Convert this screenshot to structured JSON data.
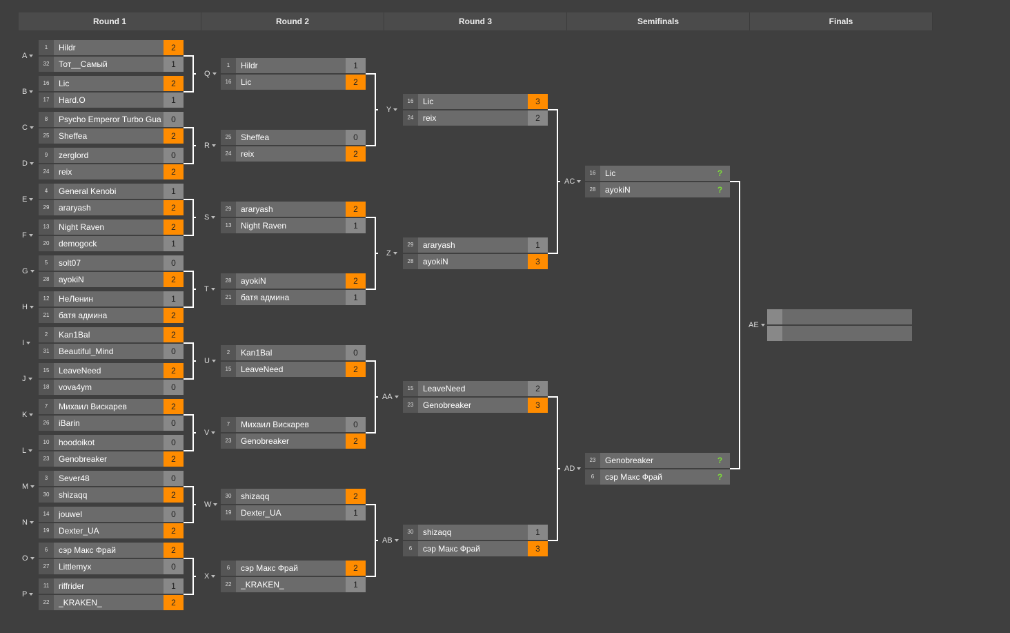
{
  "rounds": [
    "Round 1",
    "Round 2",
    "Round 3",
    "Semifinals",
    "Finals"
  ],
  "colors": {
    "background": "#3f3f3f",
    "slot": "#6b6b6b",
    "winner_score": "#ff8c00",
    "pending": "#7ddc3a",
    "lines": "#ffffff"
  },
  "icons": {
    "match_menu": "caret-down-icon"
  },
  "bracket": [
    [
      {
        "id": "A",
        "p": [
          {
            "seed": "1",
            "name": "Hildr",
            "score": "2",
            "win": true
          },
          {
            "seed": "32",
            "name": "Тот__Самый",
            "score": "1",
            "win": false
          }
        ]
      },
      {
        "id": "B",
        "p": [
          {
            "seed": "16",
            "name": "Lic",
            "score": "2",
            "win": true
          },
          {
            "seed": "17",
            "name": "Hard.O",
            "score": "1",
            "win": false
          }
        ]
      },
      {
        "id": "C",
        "p": [
          {
            "seed": "8",
            "name": "Psycho Emperor Turbo Gua",
            "score": "0",
            "win": false
          },
          {
            "seed": "25",
            "name": "Sheffea",
            "score": "2",
            "win": true
          }
        ]
      },
      {
        "id": "D",
        "p": [
          {
            "seed": "9",
            "name": "zerglord",
            "score": "0",
            "win": false
          },
          {
            "seed": "24",
            "name": "reix",
            "score": "2",
            "win": true
          }
        ]
      },
      {
        "id": "E",
        "p": [
          {
            "seed": "4",
            "name": "General Kenobi",
            "score": "1",
            "win": false
          },
          {
            "seed": "29",
            "name": "araryash",
            "score": "2",
            "win": true
          }
        ]
      },
      {
        "id": "F",
        "p": [
          {
            "seed": "13",
            "name": "Night Raven",
            "score": "2",
            "win": true
          },
          {
            "seed": "20",
            "name": "demogock",
            "score": "1",
            "win": false
          }
        ]
      },
      {
        "id": "G",
        "p": [
          {
            "seed": "5",
            "name": "solt07",
            "score": "0",
            "win": false
          },
          {
            "seed": "28",
            "name": "ayokiN",
            "score": "2",
            "win": true
          }
        ]
      },
      {
        "id": "H",
        "p": [
          {
            "seed": "12",
            "name": "НеЛенин",
            "score": "1",
            "win": false
          },
          {
            "seed": "21",
            "name": "батя админа",
            "score": "2",
            "win": true
          }
        ]
      },
      {
        "id": "I",
        "p": [
          {
            "seed": "2",
            "name": "Kan1Bal",
            "score": "2",
            "win": true
          },
          {
            "seed": "31",
            "name": "Beautiful_Mind",
            "score": "0",
            "win": false
          }
        ]
      },
      {
        "id": "J",
        "p": [
          {
            "seed": "15",
            "name": "LeaveNeed",
            "score": "2",
            "win": true
          },
          {
            "seed": "18",
            "name": "vova4ym",
            "score": "0",
            "win": false
          }
        ]
      },
      {
        "id": "K",
        "p": [
          {
            "seed": "7",
            "name": "Михаил Вискарев",
            "score": "2",
            "win": true
          },
          {
            "seed": "26",
            "name": "iBarin",
            "score": "0",
            "win": false
          }
        ]
      },
      {
        "id": "L",
        "p": [
          {
            "seed": "10",
            "name": "hoodoikot",
            "score": "0",
            "win": false
          },
          {
            "seed": "23",
            "name": "Genobreaker",
            "score": "2",
            "win": true
          }
        ]
      },
      {
        "id": "M",
        "p": [
          {
            "seed": "3",
            "name": "Sever48",
            "score": "0",
            "win": false
          },
          {
            "seed": "30",
            "name": "shizaqq",
            "score": "2",
            "win": true
          }
        ]
      },
      {
        "id": "N",
        "p": [
          {
            "seed": "14",
            "name": "jouwel",
            "score": "0",
            "win": false
          },
          {
            "seed": "19",
            "name": "Dexter_UA",
            "score": "2",
            "win": true
          }
        ]
      },
      {
        "id": "O",
        "p": [
          {
            "seed": "6",
            "name": "сэр Макс Фрай",
            "score": "2",
            "win": true
          },
          {
            "seed": "27",
            "name": "Littlemyx",
            "score": "0",
            "win": false
          }
        ]
      },
      {
        "id": "P",
        "p": [
          {
            "seed": "11",
            "name": "riffrider",
            "score": "1",
            "win": false
          },
          {
            "seed": "22",
            "name": "_KRAKEN_",
            "score": "2",
            "win": true
          }
        ]
      }
    ],
    [
      {
        "id": "Q",
        "p": [
          {
            "seed": "1",
            "name": "Hildr",
            "score": "1",
            "win": false
          },
          {
            "seed": "16",
            "name": "Lic",
            "score": "2",
            "win": true
          }
        ]
      },
      {
        "id": "R",
        "p": [
          {
            "seed": "25",
            "name": "Sheffea",
            "score": "0",
            "win": false
          },
          {
            "seed": "24",
            "name": "reix",
            "score": "2",
            "win": true
          }
        ]
      },
      {
        "id": "S",
        "p": [
          {
            "seed": "29",
            "name": "araryash",
            "score": "2",
            "win": true
          },
          {
            "seed": "13",
            "name": "Night Raven",
            "score": "1",
            "win": false
          }
        ]
      },
      {
        "id": "T",
        "p": [
          {
            "seed": "28",
            "name": "ayokiN",
            "score": "2",
            "win": true
          },
          {
            "seed": "21",
            "name": "батя админа",
            "score": "1",
            "win": false
          }
        ]
      },
      {
        "id": "U",
        "p": [
          {
            "seed": "2",
            "name": "Kan1Bal",
            "score": "0",
            "win": false
          },
          {
            "seed": "15",
            "name": "LeaveNeed",
            "score": "2",
            "win": true
          }
        ]
      },
      {
        "id": "V",
        "p": [
          {
            "seed": "7",
            "name": "Михаил Вискарев",
            "score": "0",
            "win": false
          },
          {
            "seed": "23",
            "name": "Genobreaker",
            "score": "2",
            "win": true
          }
        ]
      },
      {
        "id": "W",
        "p": [
          {
            "seed": "30",
            "name": "shizaqq",
            "score": "2",
            "win": true
          },
          {
            "seed": "19",
            "name": "Dexter_UA",
            "score": "1",
            "win": false
          }
        ]
      },
      {
        "id": "X",
        "p": [
          {
            "seed": "6",
            "name": "сэр Макс Фрай",
            "score": "2",
            "win": true
          },
          {
            "seed": "22",
            "name": "_KRAKEN_",
            "score": "1",
            "win": false
          }
        ]
      }
    ],
    [
      {
        "id": "Y",
        "p": [
          {
            "seed": "16",
            "name": "Lic",
            "score": "3",
            "win": true
          },
          {
            "seed": "24",
            "name": "reix",
            "score": "2",
            "win": false
          }
        ]
      },
      {
        "id": "Z",
        "p": [
          {
            "seed": "29",
            "name": "araryash",
            "score": "1",
            "win": false
          },
          {
            "seed": "28",
            "name": "ayokiN",
            "score": "3",
            "win": true
          }
        ]
      },
      {
        "id": "AA",
        "p": [
          {
            "seed": "15",
            "name": "LeaveNeed",
            "score": "2",
            "win": false
          },
          {
            "seed": "23",
            "name": "Genobreaker",
            "score": "3",
            "win": true
          }
        ]
      },
      {
        "id": "AB",
        "p": [
          {
            "seed": "30",
            "name": "shizaqq",
            "score": "1",
            "win": false
          },
          {
            "seed": "6",
            "name": "сэр Макс Фрай",
            "score": "3",
            "win": true
          }
        ]
      }
    ],
    [
      {
        "id": "AC",
        "p": [
          {
            "seed": "16",
            "name": "Lic",
            "score": "?",
            "pending": true
          },
          {
            "seed": "28",
            "name": "ayokiN",
            "score": "?",
            "pending": true
          }
        ]
      },
      {
        "id": "AD",
        "p": [
          {
            "seed": "23",
            "name": "Genobreaker",
            "score": "?",
            "pending": true
          },
          {
            "seed": "6",
            "name": "сэр Макс Фрай",
            "score": "?",
            "pending": true
          }
        ]
      }
    ]
  ],
  "final": {
    "id": "AE"
  }
}
